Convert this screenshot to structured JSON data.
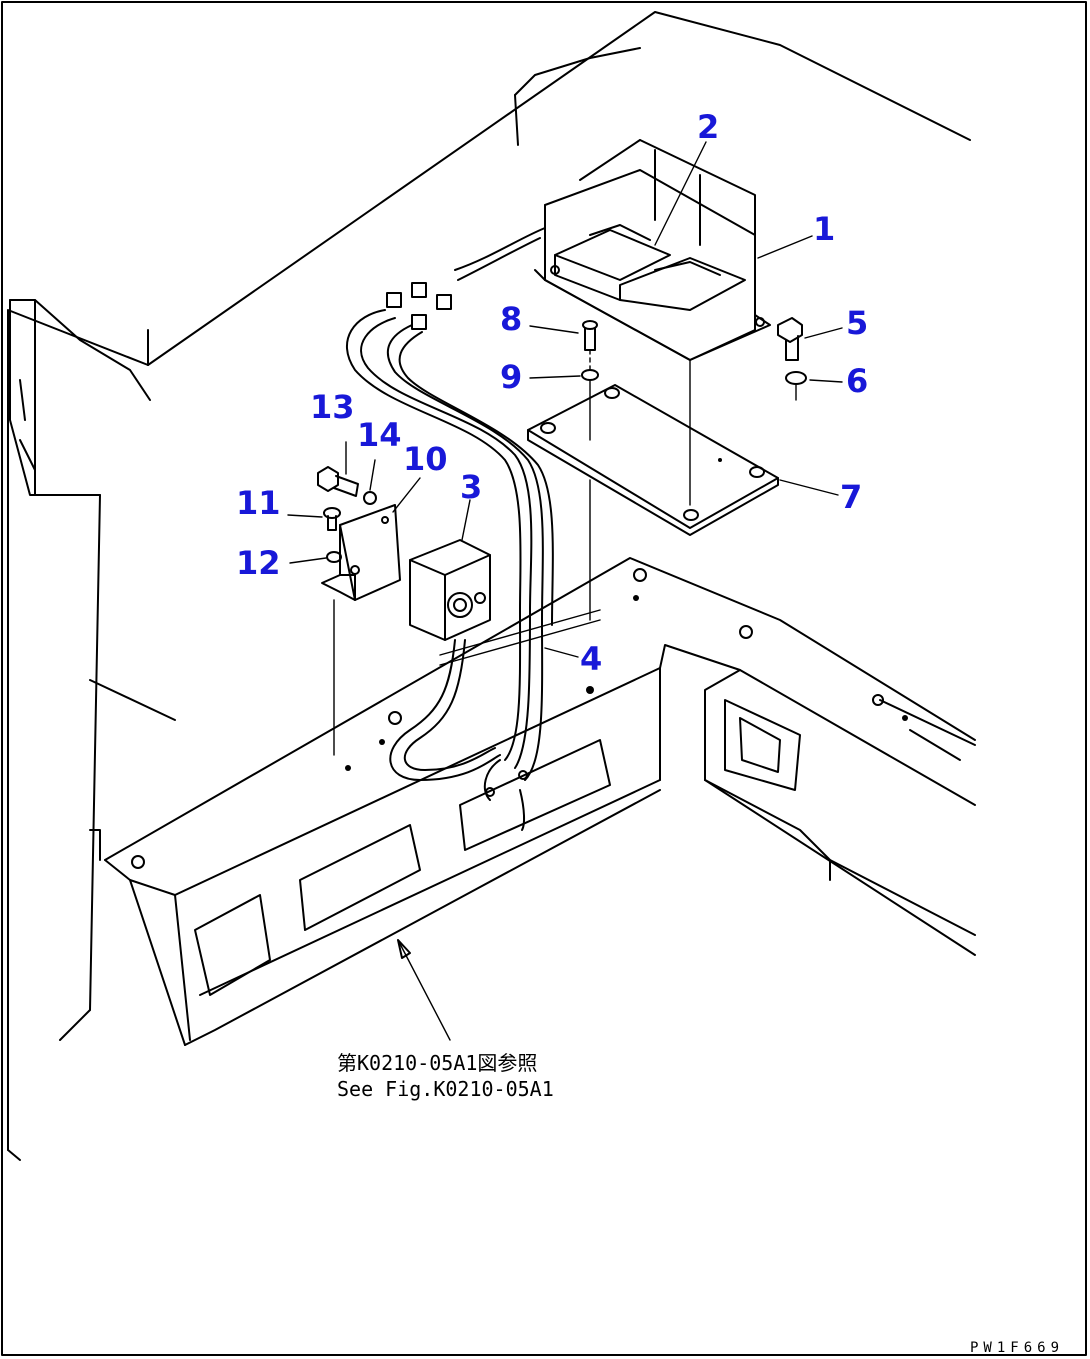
{
  "callouts": {
    "c1": "1",
    "c2": "2",
    "c3": "3",
    "c4": "4",
    "c5": "5",
    "c6": "6",
    "c7": "7",
    "c8": "8",
    "c9": "9",
    "c10": "10",
    "c11": "11",
    "c12": "12",
    "c13": "13",
    "c14": "14"
  },
  "reference": {
    "line_jp": "第K0210-05A1図参照",
    "line_en": "See Fig.K0210-05A1"
  },
  "drawing_code": "PW1F669"
}
